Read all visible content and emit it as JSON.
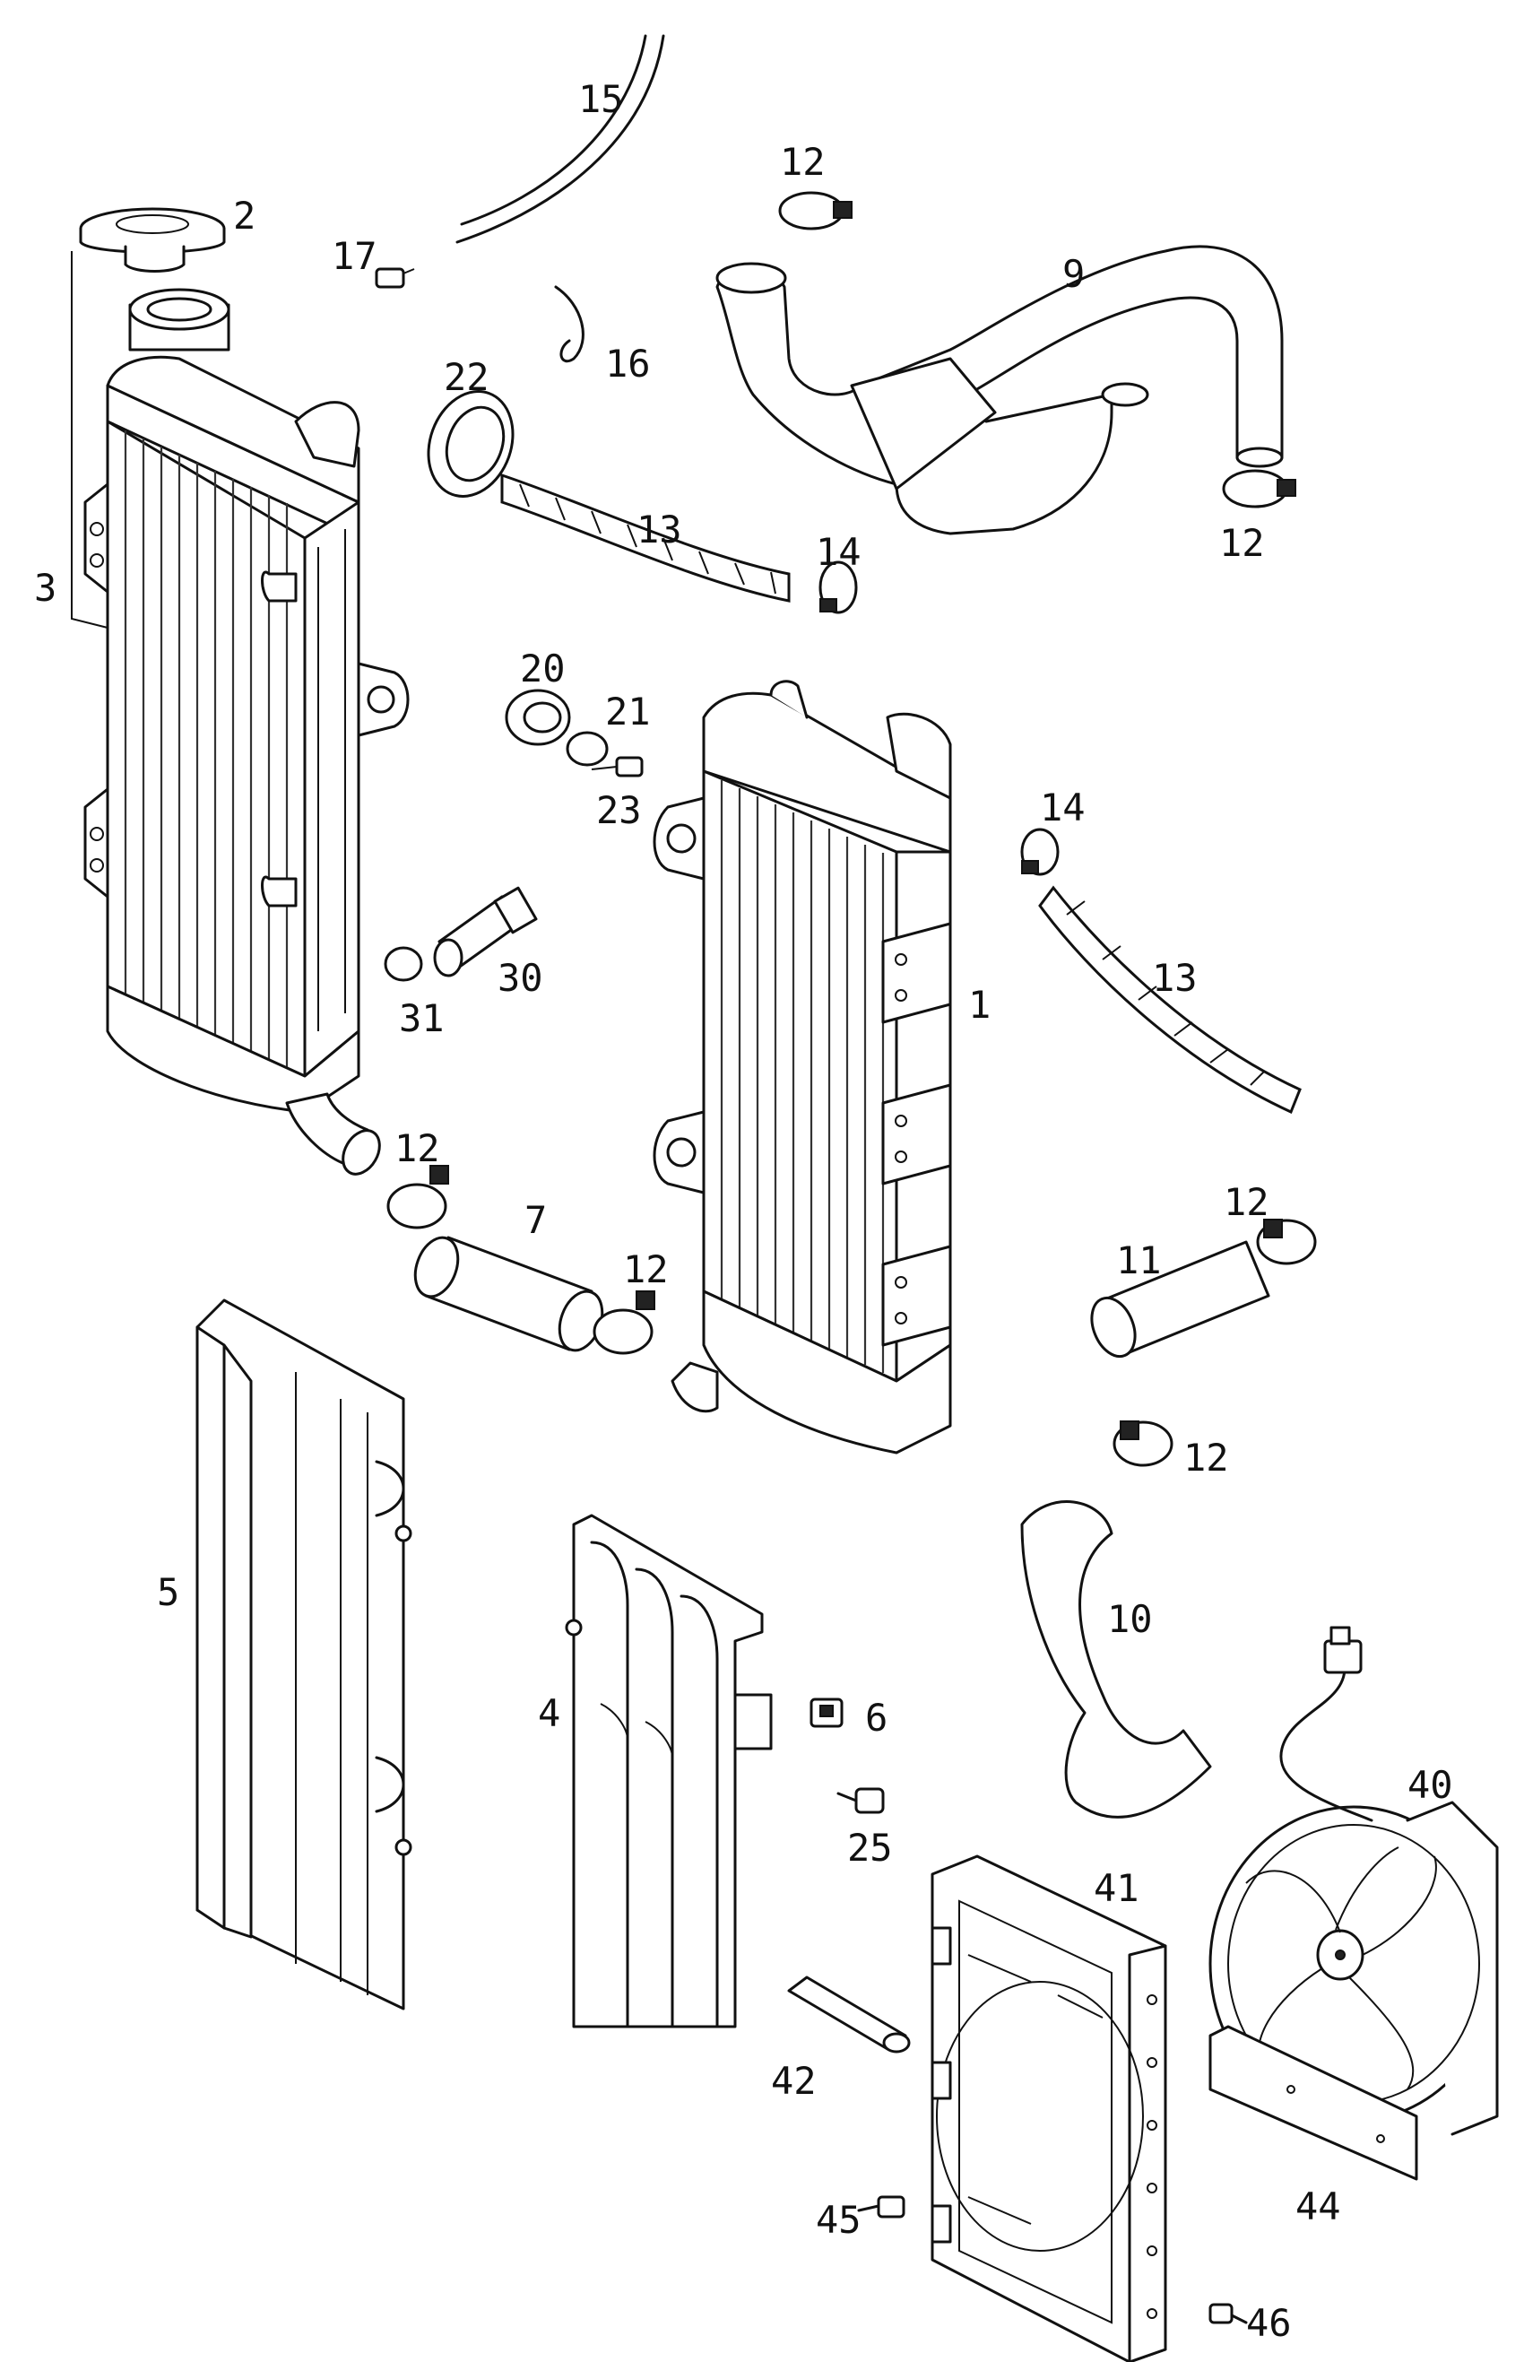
{
  "callouts": [
    {
      "id": "c1",
      "text": "1"
    },
    {
      "id": "c2",
      "text": "2"
    },
    {
      "id": "c3",
      "text": "3"
    },
    {
      "id": "c4",
      "text": "4"
    },
    {
      "id": "c5",
      "text": "5"
    },
    {
      "id": "c6",
      "text": "6"
    },
    {
      "id": "c7",
      "text": "7"
    },
    {
      "id": "c9",
      "text": "9"
    },
    {
      "id": "c10",
      "text": "10"
    },
    {
      "id": "c11",
      "text": "11"
    },
    {
      "id": "c12a",
      "text": "12"
    },
    {
      "id": "c12b",
      "text": "12"
    },
    {
      "id": "c12c",
      "text": "12"
    },
    {
      "id": "c12d",
      "text": "12"
    },
    {
      "id": "c12e",
      "text": "12"
    },
    {
      "id": "c12f",
      "text": "12"
    },
    {
      "id": "c13a",
      "text": "13"
    },
    {
      "id": "c13b",
      "text": "13"
    },
    {
      "id": "c14a",
      "text": "14"
    },
    {
      "id": "c14b",
      "text": "14"
    },
    {
      "id": "c15",
      "text": "15"
    },
    {
      "id": "c16",
      "text": "16"
    },
    {
      "id": "c17",
      "text": "17"
    },
    {
      "id": "c20",
      "text": "20"
    },
    {
      "id": "c21",
      "text": "21"
    },
    {
      "id": "c22",
      "text": "22"
    },
    {
      "id": "c23",
      "text": "23"
    },
    {
      "id": "c25",
      "text": "25"
    },
    {
      "id": "c30",
      "text": "30"
    },
    {
      "id": "c31",
      "text": "31"
    },
    {
      "id": "c40",
      "text": "40"
    },
    {
      "id": "c41",
      "text": "41"
    },
    {
      "id": "c42",
      "text": "42"
    },
    {
      "id": "c44",
      "text": "44"
    },
    {
      "id": "c45",
      "text": "45"
    },
    {
      "id": "c46",
      "text": "46"
    }
  ]
}
